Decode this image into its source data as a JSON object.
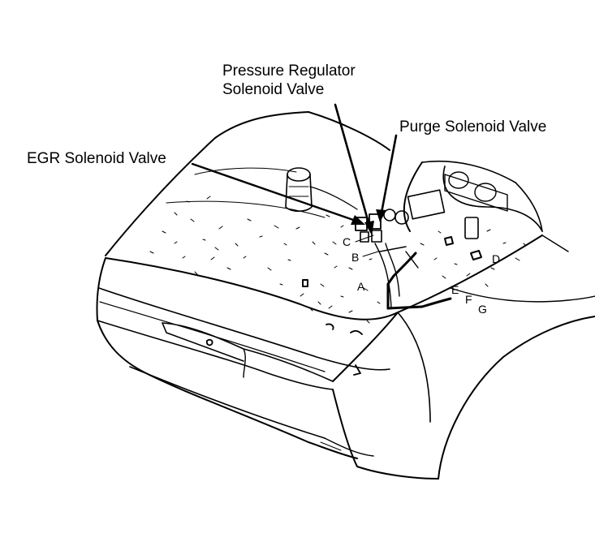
{
  "labels": {
    "pressure_regulator_line1": "Pressure Regulator",
    "pressure_regulator_line2": "Solenoid Valve",
    "purge": "Purge Solenoid Valve",
    "egr": "EGR Solenoid Valve"
  },
  "letters": {
    "a": "A",
    "b": "B",
    "c": "C",
    "d": "D",
    "e": "E",
    "f": "F",
    "g": "G"
  },
  "colors": {
    "ink": "#000000",
    "paper": "#ffffff"
  }
}
